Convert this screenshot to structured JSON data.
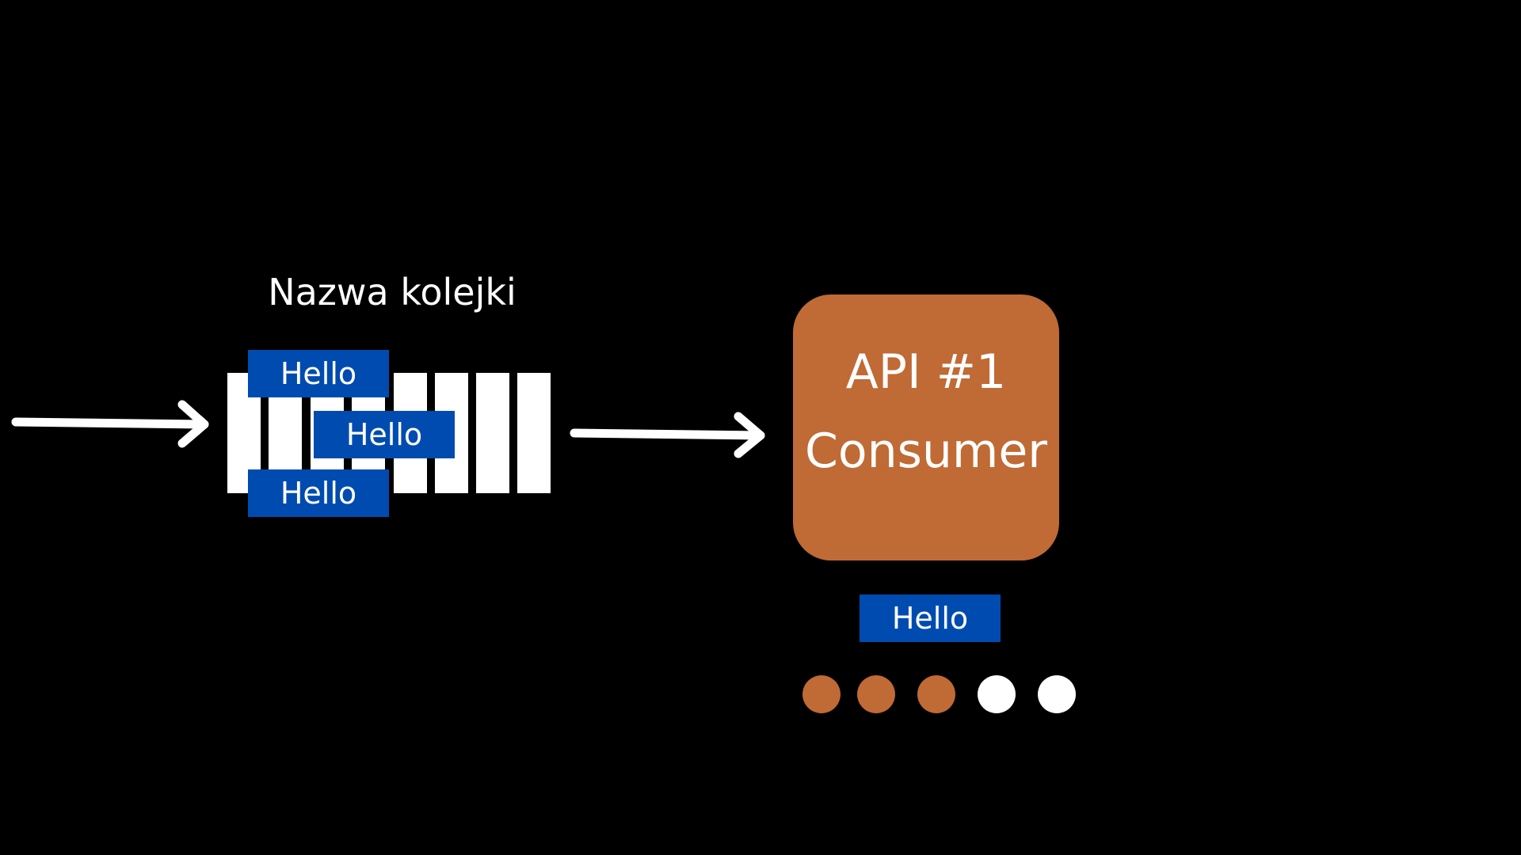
{
  "diagram": {
    "queue_title": "Nazwa kolejki",
    "queue_messages": [
      "Hello",
      "Hello",
      "Hello"
    ],
    "consumer": {
      "line1": "API #1",
      "line2": "Consumer"
    },
    "consumed_message": "Hello",
    "progress": {
      "total": 5,
      "processed": 3,
      "processed_color": "#c06a35",
      "pending_color": "#ffffff"
    }
  },
  "colors": {
    "background": "#000000",
    "message": "#004bb0",
    "consumer": "#c06a35",
    "line": "#ffffff"
  }
}
